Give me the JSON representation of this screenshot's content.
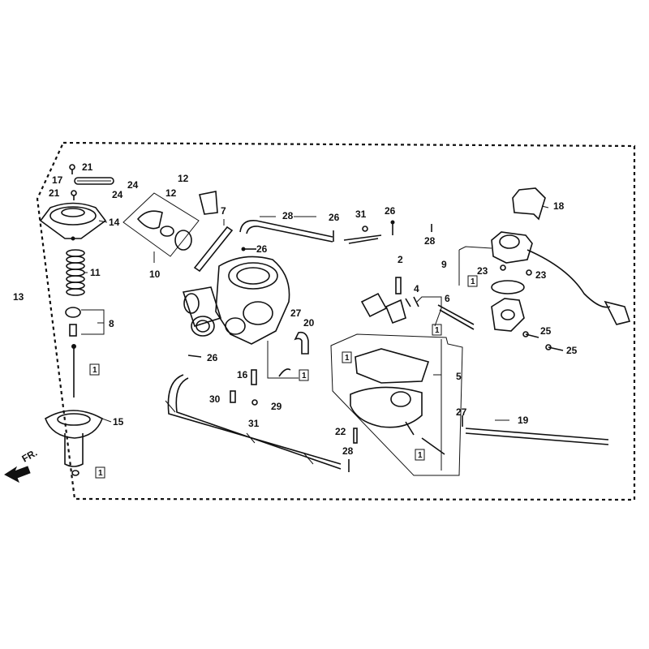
{
  "assembly_label": "13",
  "direction_label": "FR.",
  "callouts": [
    "21",
    "17",
    "21",
    "24",
    "24",
    "12",
    "12",
    "7",
    "10",
    "14",
    "11",
    "8",
    "15",
    "28",
    "26",
    "31",
    "26",
    "28",
    "26",
    "2",
    "4",
    "6",
    "9",
    "23",
    "23",
    "18",
    "27",
    "20",
    "26",
    "16",
    "30",
    "29",
    "31",
    "22",
    "27",
    "19",
    "28",
    "5",
    "25",
    "25"
  ],
  "boxed_labels": [
    "1",
    "1",
    "1",
    "1",
    "1",
    "1",
    "1"
  ],
  "colors": {
    "ink": "#111111",
    "paper": "#ffffff"
  }
}
